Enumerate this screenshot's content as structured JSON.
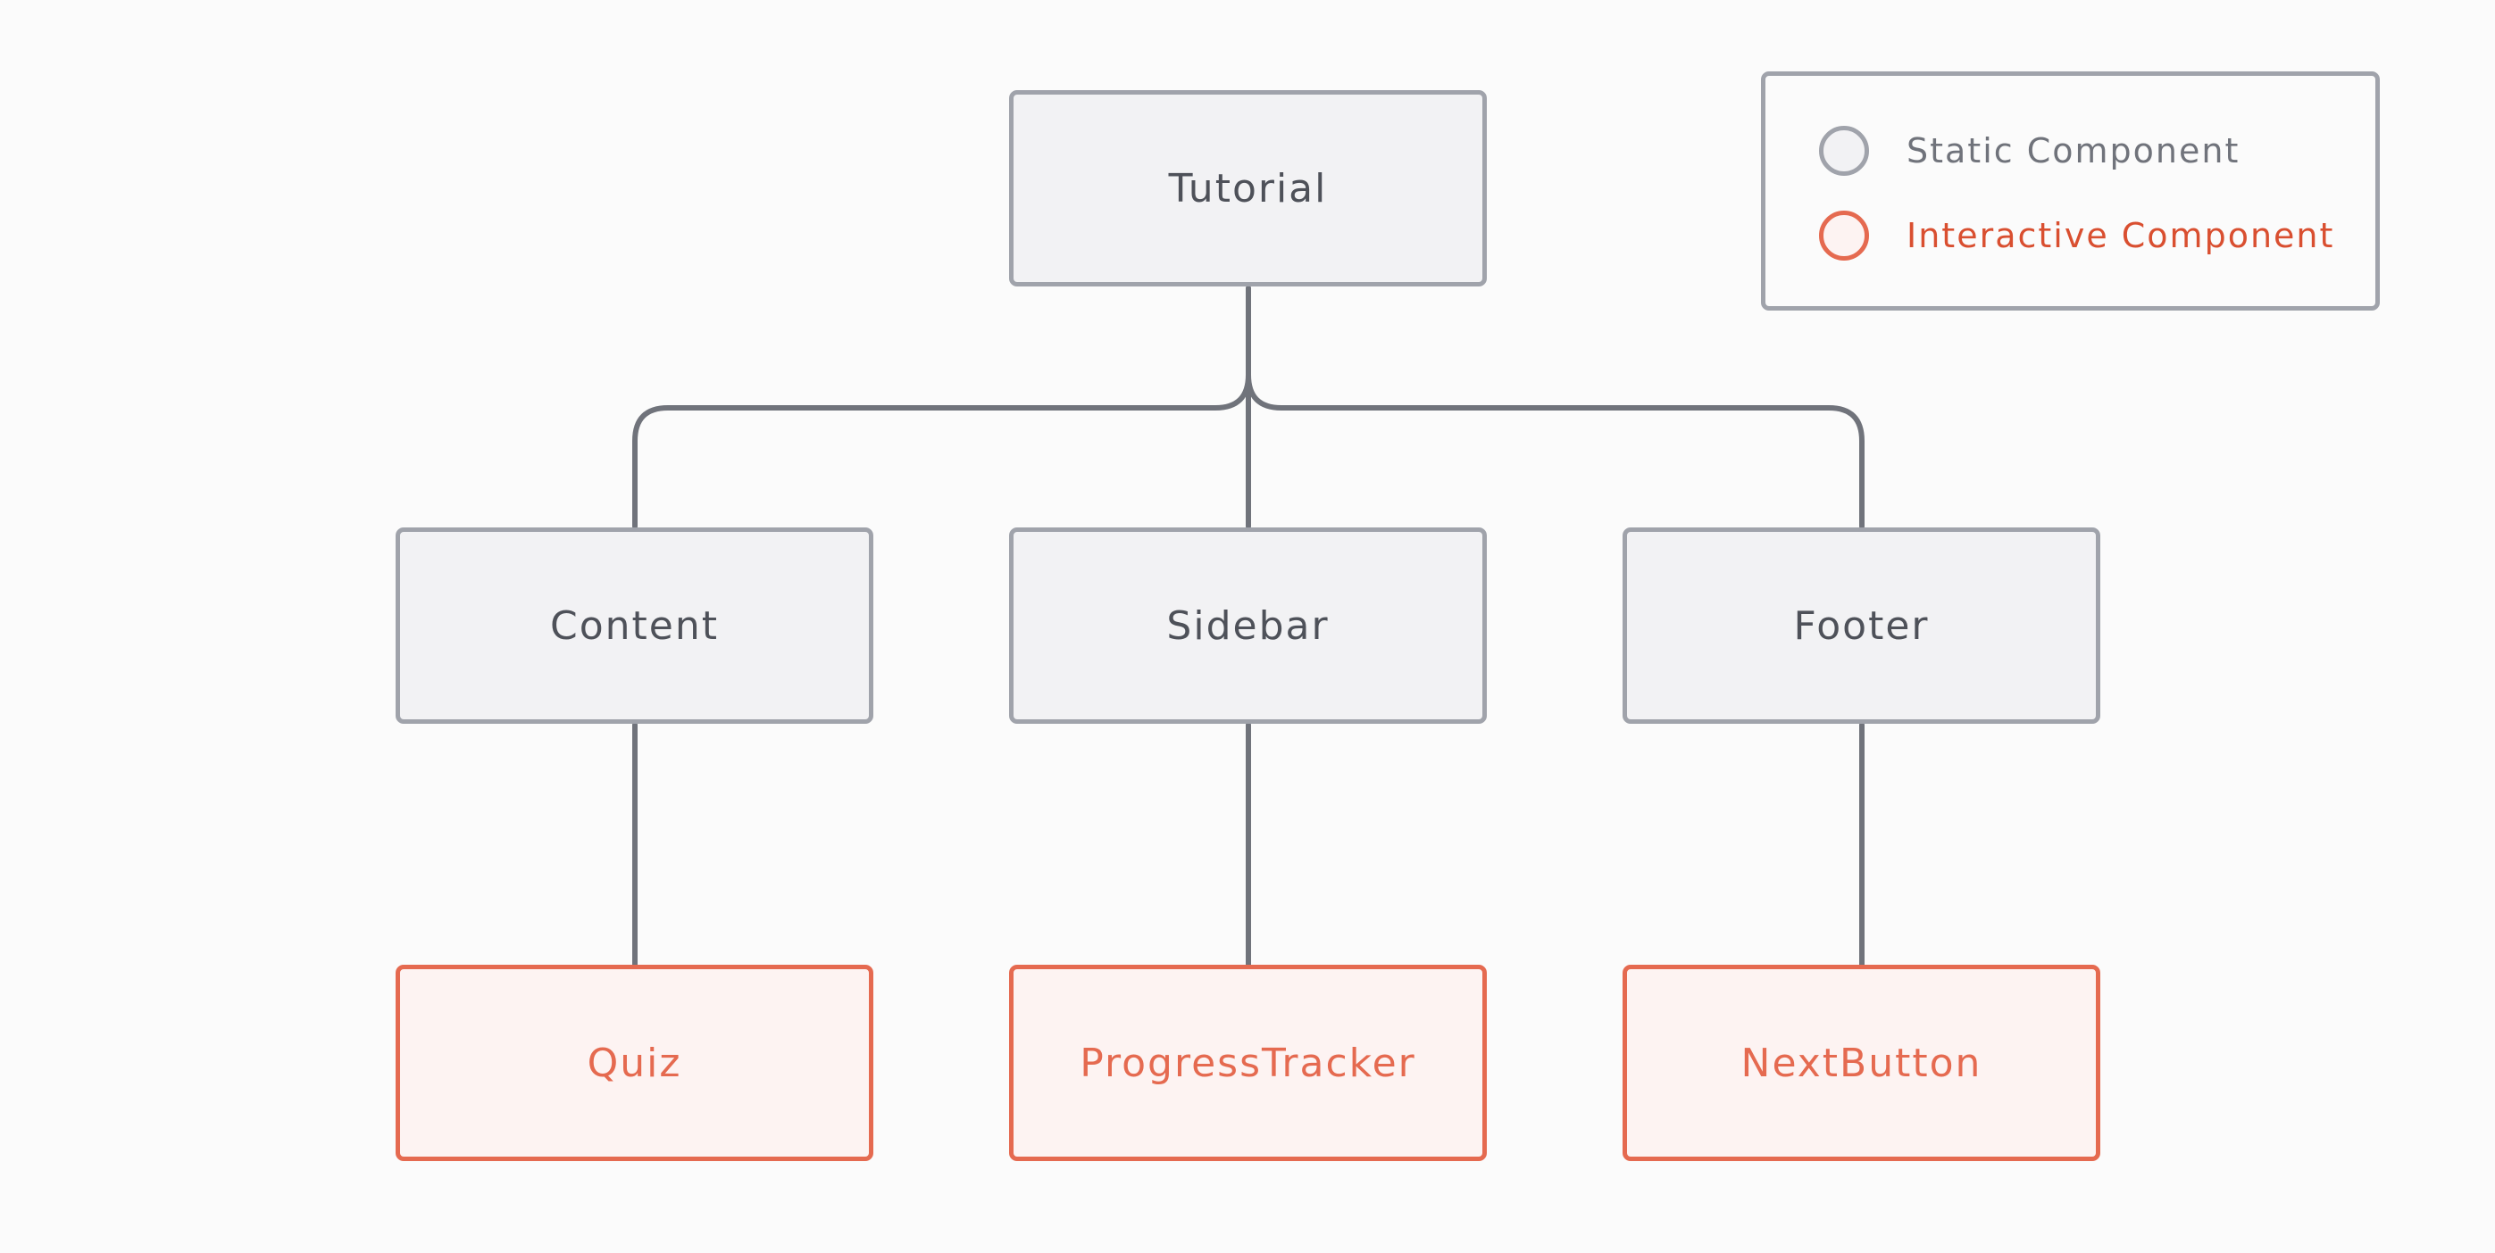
{
  "diagram": {
    "root": {
      "label": "Tutorial",
      "kind": "static"
    },
    "middle": [
      {
        "label": "Content",
        "kind": "static"
      },
      {
        "label": "Sidebar",
        "kind": "static"
      },
      {
        "label": "Footer",
        "kind": "static"
      }
    ],
    "leaves": [
      {
        "label": "Quiz",
        "kind": "interactive",
        "parent": "Content"
      },
      {
        "label": "ProgressTracker",
        "kind": "interactive",
        "parent": "Sidebar"
      },
      {
        "label": "NextButton",
        "kind": "interactive",
        "parent": "Footer"
      }
    ]
  },
  "legend": {
    "static_label": "Static Component",
    "interactive_label": "Interactive Component"
  },
  "colors": {
    "static_border": "#a0a3ab",
    "static_fill": "#f2f2f4",
    "static_text": "#4e5159",
    "interactive_border": "#e56a50",
    "interactive_fill": "#fdf3f2",
    "interactive_text": "#e56a50",
    "connector": "#70737b"
  }
}
